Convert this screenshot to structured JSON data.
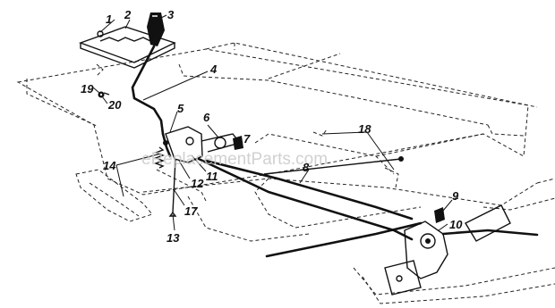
{
  "watermark": "eReplacementParts.com",
  "callouts": {
    "c1": "1",
    "c2": "2",
    "c3": "3",
    "c4": "4",
    "c5": "5",
    "c6": "6",
    "c7": "7",
    "c8": "8",
    "c9": "9",
    "c10": "10",
    "c11": "11",
    "c12": "12",
    "c13": "13",
    "c14": "14",
    "c17": "17",
    "c18": "18",
    "c19": "19",
    "c20": "20"
  }
}
